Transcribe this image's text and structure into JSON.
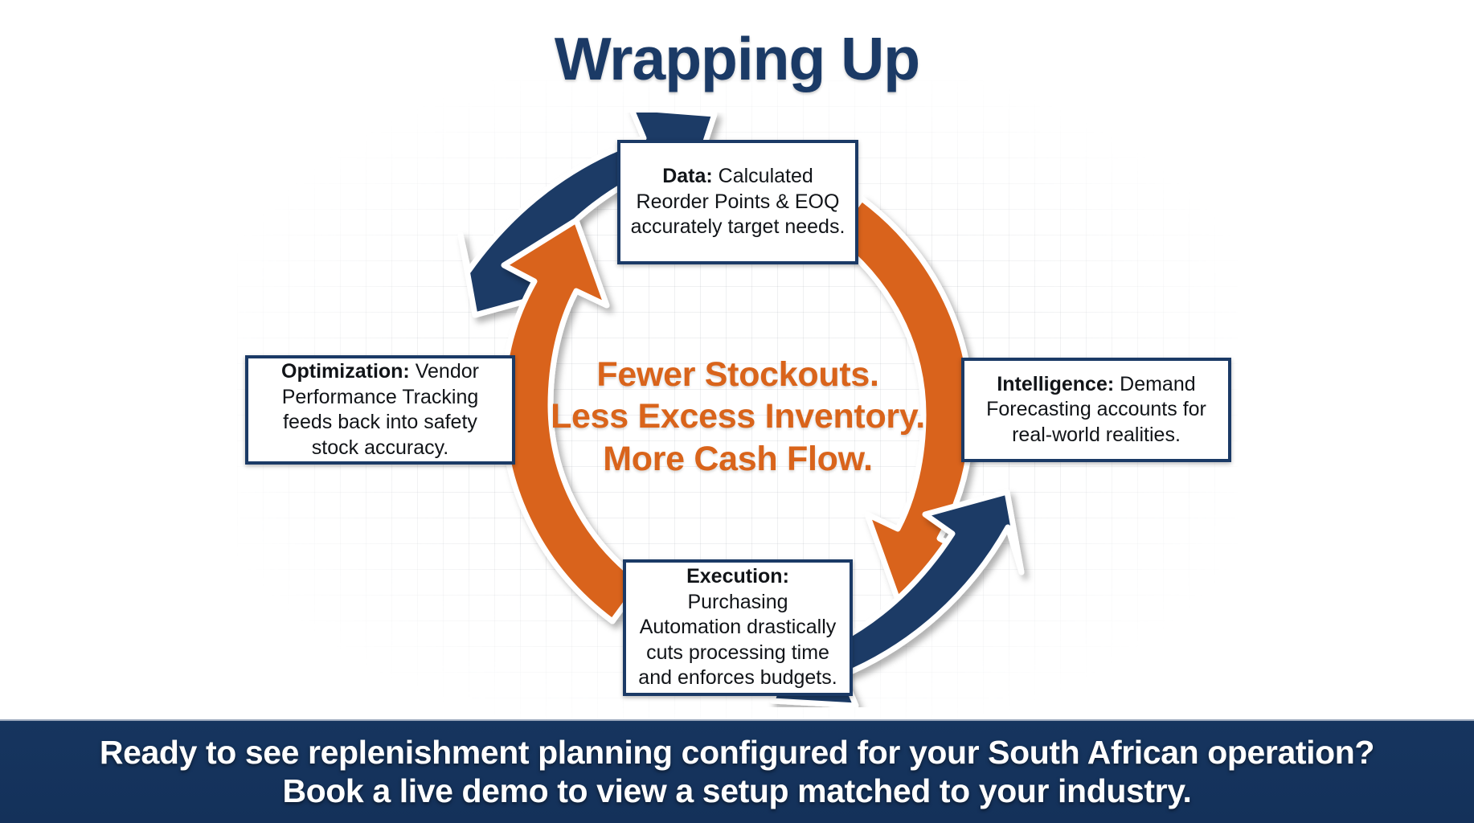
{
  "title": "Wrapping Up",
  "colors": {
    "navy": "#1b3a66",
    "orange": "#d9641b",
    "banner_bg": "#16355f",
    "text_dark": "#111418",
    "white": "#ffffff"
  },
  "cycle": {
    "steps": [
      {
        "id": "data",
        "position": "top",
        "label": "Data:",
        "body": " Calculated Reorder Points & EOQ accurately target needs."
      },
      {
        "id": "intelligence",
        "position": "right",
        "label": "Intelligence:",
        "body": " Demand Forecasting accounts for real-world realities."
      },
      {
        "id": "execution",
        "position": "bottom",
        "label": "Execution:",
        "body": " Purchasing Automation drastically cuts processing time and enforces budgets."
      },
      {
        "id": "optimization",
        "position": "left",
        "label": "Optimization:",
        "body": " Vendor Performance Tracking feeds back into safety stock accuracy."
      }
    ],
    "arrows": [
      {
        "id": "arrow-top-navy",
        "color": "#1b3a66",
        "from": "optimization",
        "to": "data"
      },
      {
        "id": "arrow-right-orange",
        "color": "#d9641b",
        "from": "data",
        "to": "execution"
      },
      {
        "id": "arrow-bottom-navy",
        "color": "#1b3a66",
        "from": "execution",
        "to": "optimization"
      },
      {
        "id": "arrow-left-orange",
        "color": "#d9641b",
        "from": "optimization",
        "to": "data"
      }
    ]
  },
  "center_message": {
    "line1": "Fewer Stockouts.",
    "line2": "Less Excess Inventory.",
    "line3": "More Cash Flow."
  },
  "cta": {
    "line1": "Ready to see replenishment planning configured for your South African operation?",
    "line2": "Book a live demo to view a setup matched to your industry."
  }
}
